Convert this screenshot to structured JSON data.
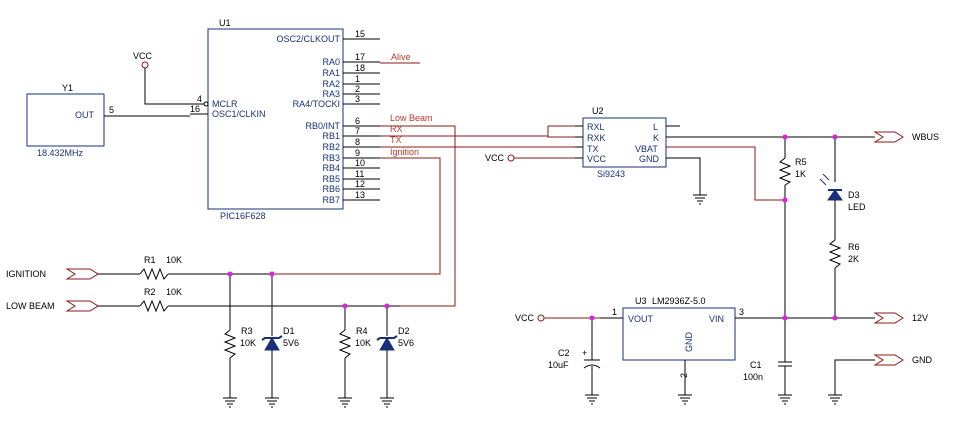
{
  "u1": {
    "ref": "U1",
    "part": "PIC16F628",
    "left_pins": [
      {
        "name": "MCLR",
        "num": "4"
      },
      {
        "name": "OSC1/CLKIN",
        "num": "16"
      }
    ],
    "right_pins": [
      {
        "name": "OSC2/CLKOUT",
        "num": "15"
      },
      {
        "name": "RA0",
        "num": "17"
      },
      {
        "name": "RA1",
        "num": "18"
      },
      {
        "name": "RA2",
        "num": "1"
      },
      {
        "name": "RA3",
        "num": "2"
      },
      {
        "name": "RA4/TOCKI",
        "num": "3"
      },
      {
        "name": "RB0/INT",
        "num": "6"
      },
      {
        "name": "RB1",
        "num": "7"
      },
      {
        "name": "RB2",
        "num": "8"
      },
      {
        "name": "RB3",
        "num": "9"
      },
      {
        "name": "RB4",
        "num": "10"
      },
      {
        "name": "RB5",
        "num": "11"
      },
      {
        "name": "RB6",
        "num": "12"
      },
      {
        "name": "RB7",
        "num": "13"
      }
    ]
  },
  "nets": {
    "alive": "Alive",
    "low_beam": "Low Beam",
    "rx": "RX",
    "tx": "TX",
    "ignition": "Ignition"
  },
  "vcc_label": "VCC",
  "y1": {
    "ref": "Y1",
    "out": "OUT",
    "pin": "5",
    "freq": "18.432MHz"
  },
  "u2": {
    "ref": "U2",
    "part": "Si9243",
    "left_pins": [
      "RXL",
      "RXK",
      "TX",
      "VCC"
    ],
    "right_pins": [
      "L",
      "K",
      "VBAT",
      "GND"
    ]
  },
  "u3": {
    "ref": "U3",
    "part": "LM2936Z-5.0",
    "vout": "VOUT",
    "vin": "VIN",
    "gnd": "GND",
    "pin_vout": "1",
    "pin_vin": "3",
    "pin_gnd": "2"
  },
  "ports": {
    "wbus": "WBUS",
    "ignition": "IGNITION",
    "low_beam": "LOW BEAM",
    "v12": "12V",
    "gnd": "GND",
    "vcc": "VCC"
  },
  "r1": {
    "ref": "R1",
    "val": "10K"
  },
  "r2": {
    "ref": "R2",
    "val": "10K"
  },
  "r3": {
    "ref": "R3",
    "val": "10K"
  },
  "r4": {
    "ref": "R4",
    "val": "10K"
  },
  "r5": {
    "ref": "R5",
    "val": "1K"
  },
  "r6": {
    "ref": "R6",
    "val": "2K"
  },
  "d1": {
    "ref": "D1",
    "val": "5V6"
  },
  "d2": {
    "ref": "D2",
    "val": "5V6"
  },
  "d3": {
    "ref": "D3",
    "val": "LED"
  },
  "c1": {
    "ref": "C1",
    "val": "100n"
  },
  "c2": {
    "ref": "C2",
    "val": "10uF",
    "pol": "+"
  }
}
